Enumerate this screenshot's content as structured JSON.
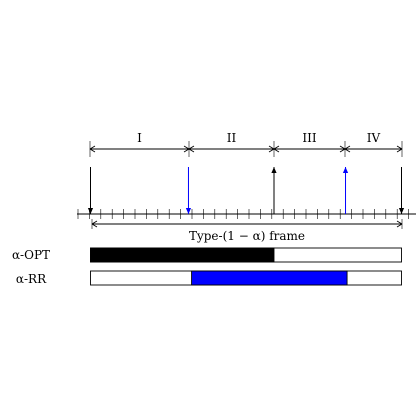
{
  "phases": [
    {
      "label": "I"
    },
    {
      "label": "II"
    },
    {
      "label": "III"
    },
    {
      "label": "IV"
    }
  ],
  "frame_label": "Type-(1 − α) frame",
  "rows": [
    {
      "label": "α-OPT",
      "fill_color": "#000000",
      "fill_start": 0.0,
      "fill_end": 0.59
    },
    {
      "label": "α-RR",
      "fill_color": "#0000ff",
      "fill_start": 0.325,
      "fill_end": 0.825
    }
  ],
  "arrows": [
    {
      "pos": 0.0,
      "direction": "down",
      "color": "#000000"
    },
    {
      "pos": 0.315,
      "direction": "down",
      "color": "#0000ff"
    },
    {
      "pos": 0.59,
      "direction": "up",
      "color": "#000000"
    },
    {
      "pos": 0.82,
      "direction": "up",
      "color": "#0000ff"
    },
    {
      "pos": 1.0,
      "direction": "down",
      "color": "#000000"
    }
  ],
  "colors": {
    "line": "#000000",
    "blue": "#0000ff"
  }
}
